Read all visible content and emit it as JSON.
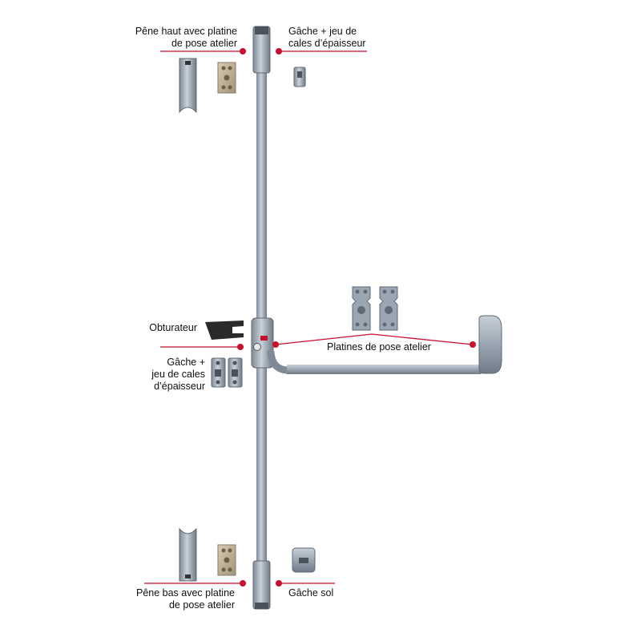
{
  "colors": {
    "callout_line": "#c8102e",
    "metal": "#9aa6b2",
    "metal_dark": "#6f7b87",
    "zinc_plate": "#b8aa92",
    "black_part": "#2a2a2a",
    "background": "#ffffff"
  },
  "labels": {
    "top_bolt": {
      "line1": "Pêne haut avec platine",
      "line2": "de pose atelier"
    },
    "top_strike": {
      "line1": "Gâche + jeu de",
      "line2": "cales d’épaisseur"
    },
    "blanking_plate": {
      "line1": "Obturateur"
    },
    "mid_strike": {
      "line1": "Gâche +",
      "line2": "jeu de cales",
      "line3": "d’épaisseur"
    },
    "mounting_plates": {
      "line1": "Platines de pose atelier"
    },
    "bottom_bolt": {
      "line1": "Pêne bas avec platine",
      "line2": "de pose atelier"
    },
    "floor_strike": {
      "line1": "Gâche sol"
    }
  }
}
